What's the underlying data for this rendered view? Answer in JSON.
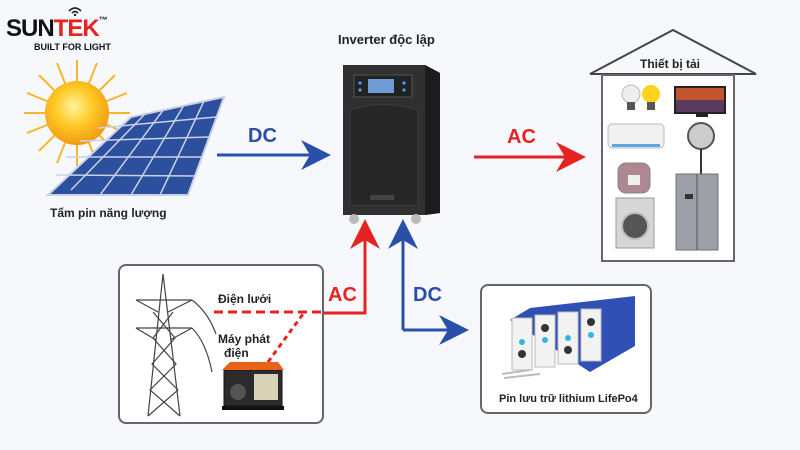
{
  "logo": {
    "brand_a": "SUN",
    "brand_b": "TEK",
    "tm": "™",
    "tagline": "BUILT FOR LIGHT"
  },
  "inverter": {
    "title": "Inverter độc lập"
  },
  "solar": {
    "label": "Tấm pin năng lượng"
  },
  "load": {
    "title": "Thiết bị tải"
  },
  "grid": {
    "grid_label": "Điện lưới",
    "gen_label_1": "Máy phát",
    "gen_label_2": "điện"
  },
  "battery": {
    "label": "Pin lưu trữ lithium LifePo4"
  },
  "flows": {
    "solar_to_inverter": "DC",
    "inverter_to_load": "AC",
    "grid_to_inverter": "AC",
    "inverter_battery": "DC"
  },
  "colors": {
    "dc": "#2a4fa8",
    "ac": "#e52421"
  }
}
